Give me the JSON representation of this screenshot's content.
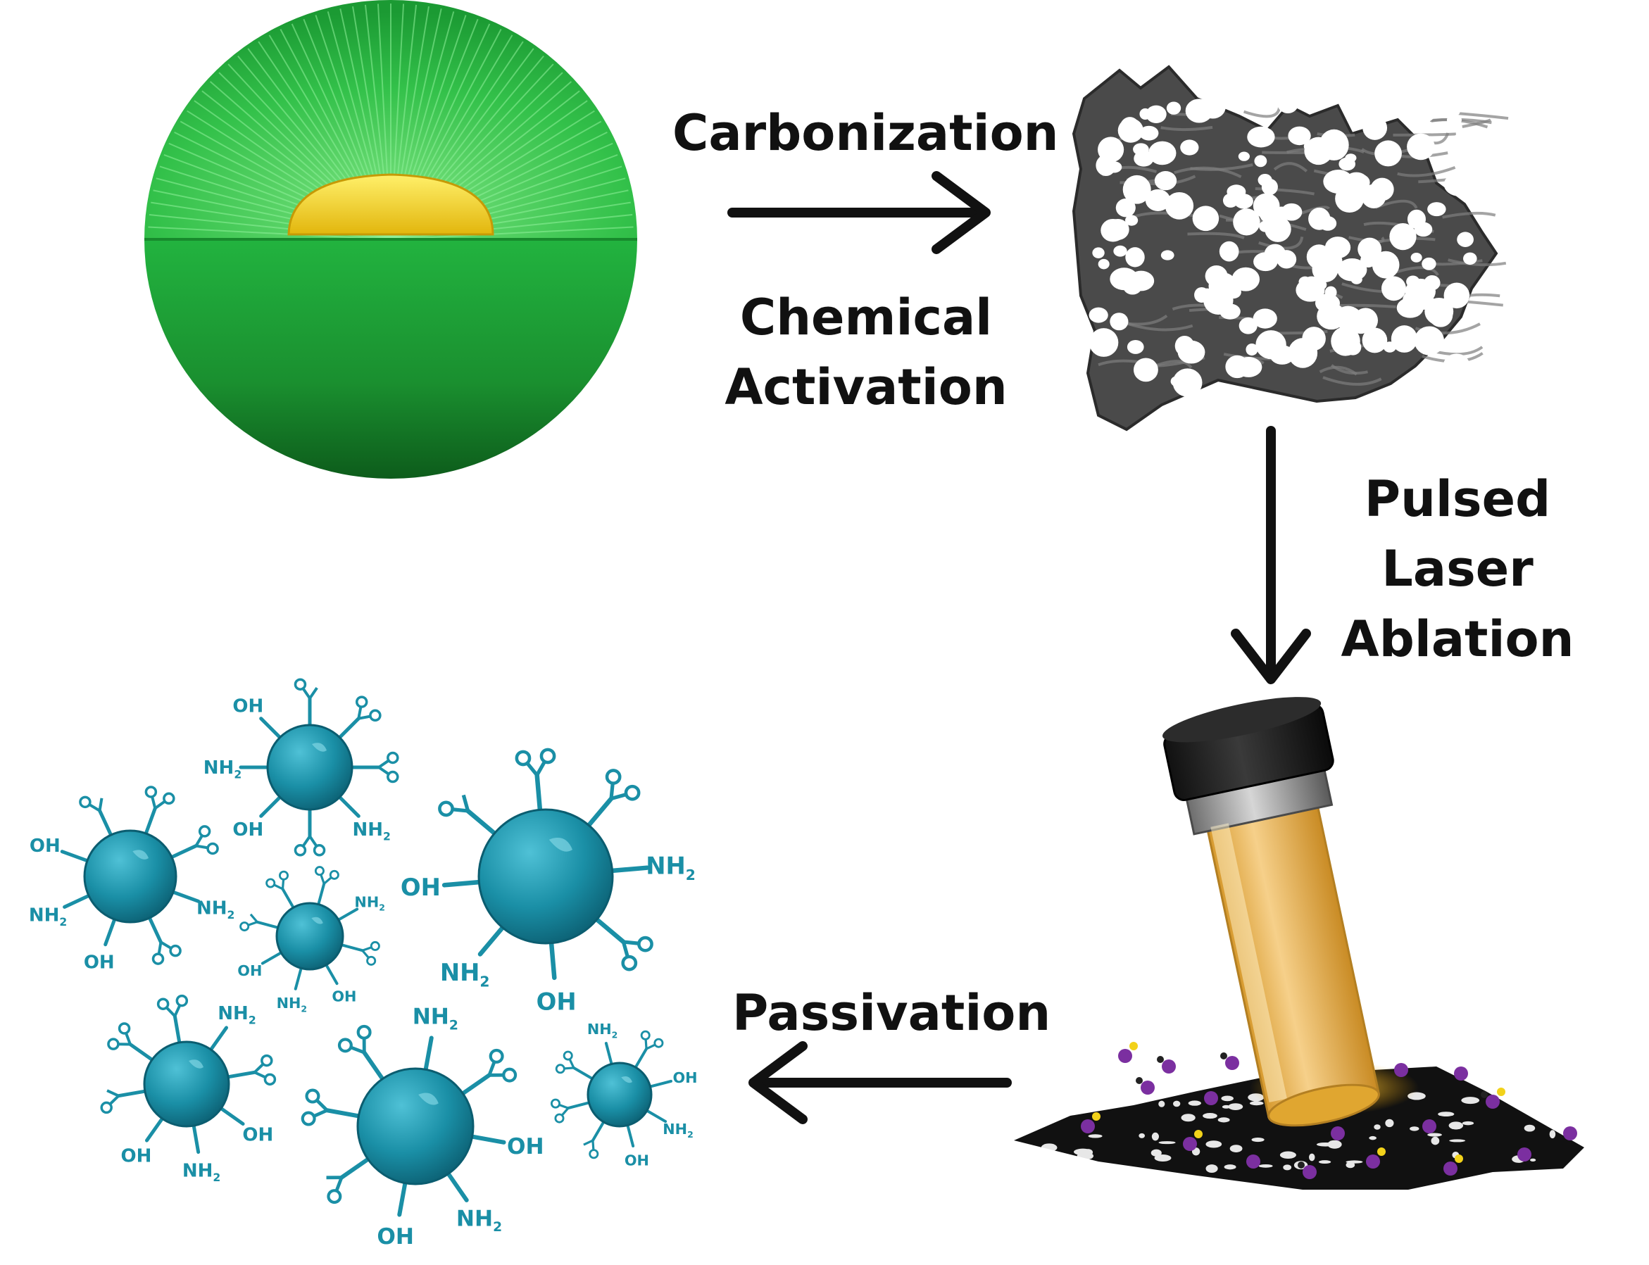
{
  "labels": {
    "carbonization": "Carbonization",
    "chemical_activation_line1": "Chemical",
    "chemical_activation_line2": "Activation",
    "pulsed_laser_line1": "Pulsed Laser",
    "pulsed_laser_line2": "Ablation",
    "passivation": "Passivation"
  },
  "functional_groups": {
    "hydroxyl": "OH",
    "amine": "NH",
    "amine_subscript": "2"
  },
  "colors": {
    "sphere_green": "#1fa43a",
    "core_yellow": "#f2d21a",
    "carbon_gray": "#555555",
    "liquid_amber": "#e9b14c",
    "quantum_dot_teal": "#1a8fa6",
    "arrow": "#111111",
    "particle_purple": "#7b2fa0"
  }
}
